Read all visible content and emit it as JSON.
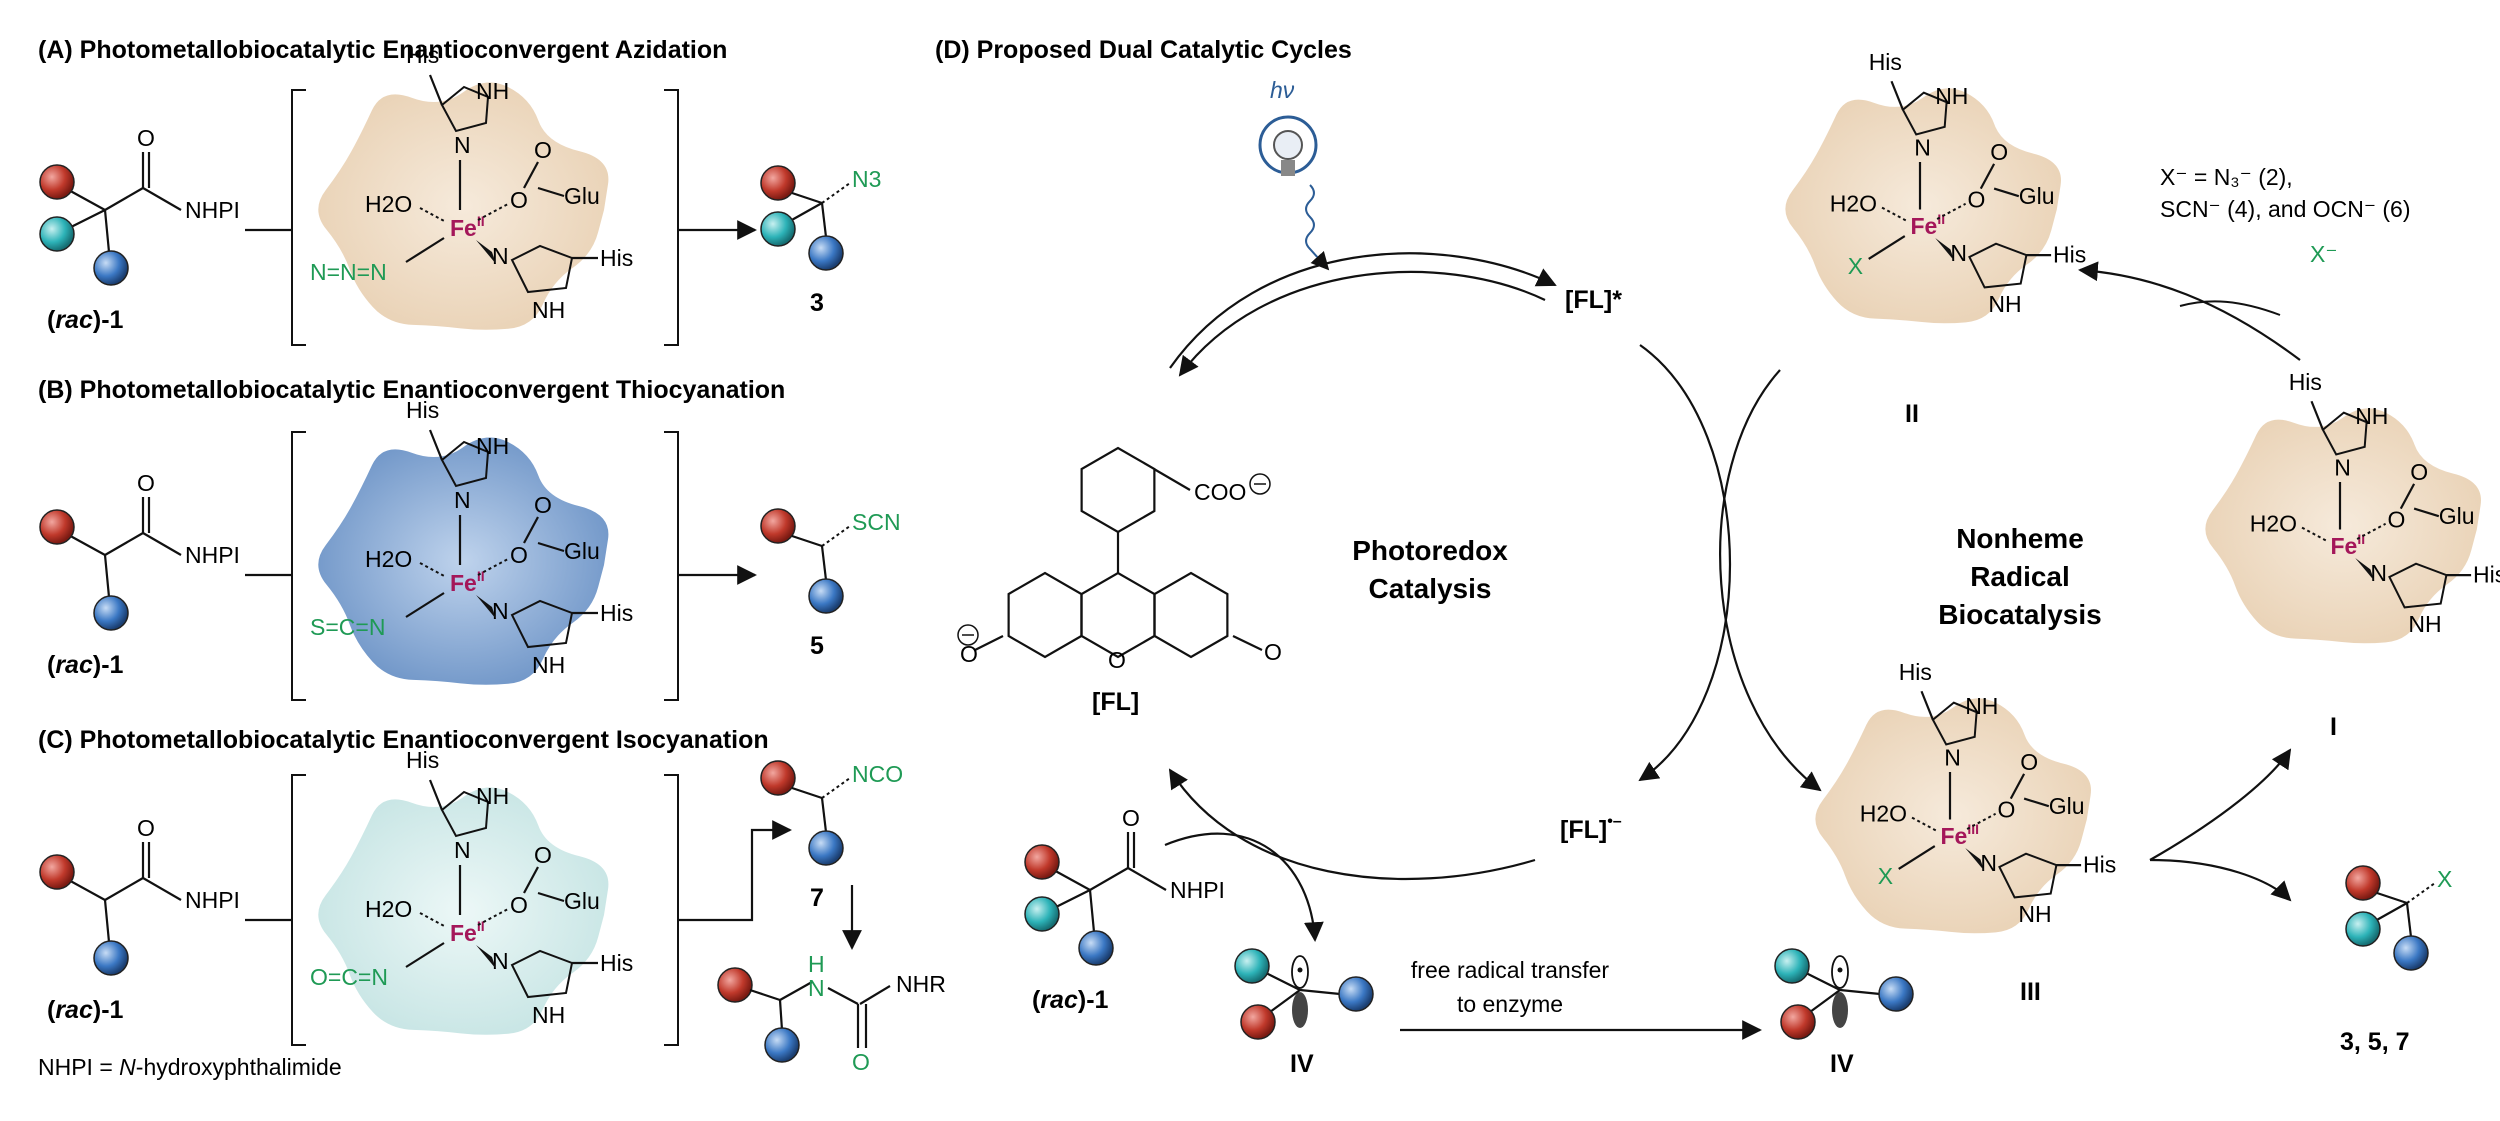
{
  "panels": {
    "A": {
      "title": "(A) Photometallobiocatalytic Enantioconvergent Azidation",
      "product": "3",
      "ligand": "N=N=N",
      "group": "N3"
    },
    "B": {
      "title": "(B) Photometallobiocatalytic Enantioconvergent Thiocyanation",
      "product": "5",
      "ligand": "S=C=N",
      "group": "SCN"
    },
    "C": {
      "title": "(C) Photometallobiocatalytic Enantioconvergent Isocyanation",
      "product": "7",
      "ligand": "O=C=N",
      "group": "NCO",
      "urea_group": "NHR"
    },
    "D": {
      "title": "(D) Proposed Dual Catalytic Cycles"
    }
  },
  "substrate": {
    "prefix": "(",
    "rac": "rac",
    "suffix": ")-1",
    "nhpi": "NHPI"
  },
  "footnote": {
    "prefix": "NHPI = ",
    "italic": "N",
    "suffix": "-hydroxyphthalimide"
  },
  "enzyme": {
    "his": "His",
    "glu": "Glu",
    "h2o": "H2O",
    "fe": "Fe",
    "fe_ox_ii": "II",
    "fe_ox_iii": "III",
    "x": "X"
  },
  "photoredox": {
    "hv": "hν",
    "label_line1": "Photoredox",
    "label_line2": "Catalysis",
    "fl_excited": "[FL]*",
    "fl_reduced": "[FL]",
    "fl_reduced_sup": "•–",
    "fl": "[FL]",
    "coo": "COO"
  },
  "radical": {
    "label_line1": "Nonheme",
    "label_line2": "Radical",
    "label_line3": "Biocatalysis",
    "anion": "X",
    "x_def_line1": "X⁻ = N₃⁻ (2),",
    "x_def_line2": "SCN⁻ (4), and OCN⁻ (6)",
    "transfer_line1": "free radical transfer",
    "transfer_line2": "to enzyme",
    "products": "3, 5, 7"
  },
  "species": {
    "I": "I",
    "II": "II",
    "III": "III",
    "IV": "IV"
  },
  "colors": {
    "tan": "#c9a27a",
    "blue": "#3d6fb0",
    "teal": "#9dd4d8",
    "fe": "#a4175a",
    "green": "#1f9a55",
    "ball_red": "#c0392b",
    "ball_teal": "#2db3b8",
    "ball_blue": "#3b78c4"
  }
}
